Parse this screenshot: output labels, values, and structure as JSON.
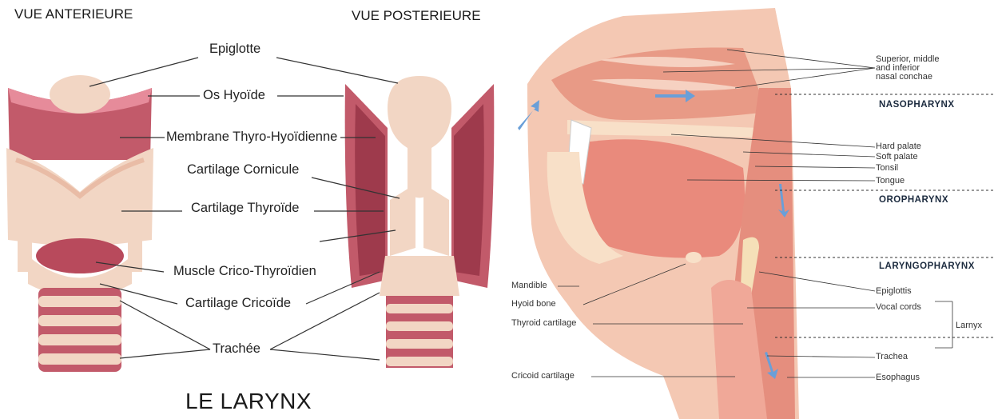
{
  "left": {
    "view_anterior": "VUE ANTERIEURE",
    "view_posterior": "VUE POSTERIEURE",
    "title": "LE LARYNX",
    "labels": {
      "epiglotte": "Epiglotte",
      "os_hyoide": "Os Hyoïde",
      "membrane": "Membrane Thyro-Hyoïdienne",
      "corniculate": "Cartilage Cornicule",
      "thyroide": "Cartilage Thyroïde",
      "muscle": "Muscle Crico-Thyroïdien",
      "cricoide": "Cartilage Cricoïde",
      "trachee": "Trachée"
    }
  },
  "right": {
    "regions": {
      "nasopharynx": "NASOPHARYNX",
      "oropharynx": "OROPHARYNX",
      "laryngopharynx": "LARYNGOPHARYNX"
    },
    "labels_right": {
      "conchae_1": "Superior, middle",
      "conchae_2": "and inferior",
      "conchae_3": "nasal conchae",
      "hard_palate": "Hard palate",
      "soft_palate": "Soft palate",
      "tonsil": "Tonsil",
      "tongue": "Tongue",
      "epiglottis": "Epiglottis",
      "vocal_cords": "Vocal cords",
      "larynx": "Larnyx",
      "trachea": "Trachea",
      "esophagus": "Esophagus"
    },
    "labels_left": {
      "mandible": "Mandible",
      "hyoid": "Hyoid bone",
      "thyroid": "Thyroid cartilage",
      "cricoid": "Cricoid cartilage"
    }
  },
  "colors": {
    "cartilage": "#f2d6c4",
    "membrane": "#c25a6a",
    "muscle": "#b84a5c",
    "tissue": "#f0b09a",
    "arrow": "#6a9fd8"
  }
}
